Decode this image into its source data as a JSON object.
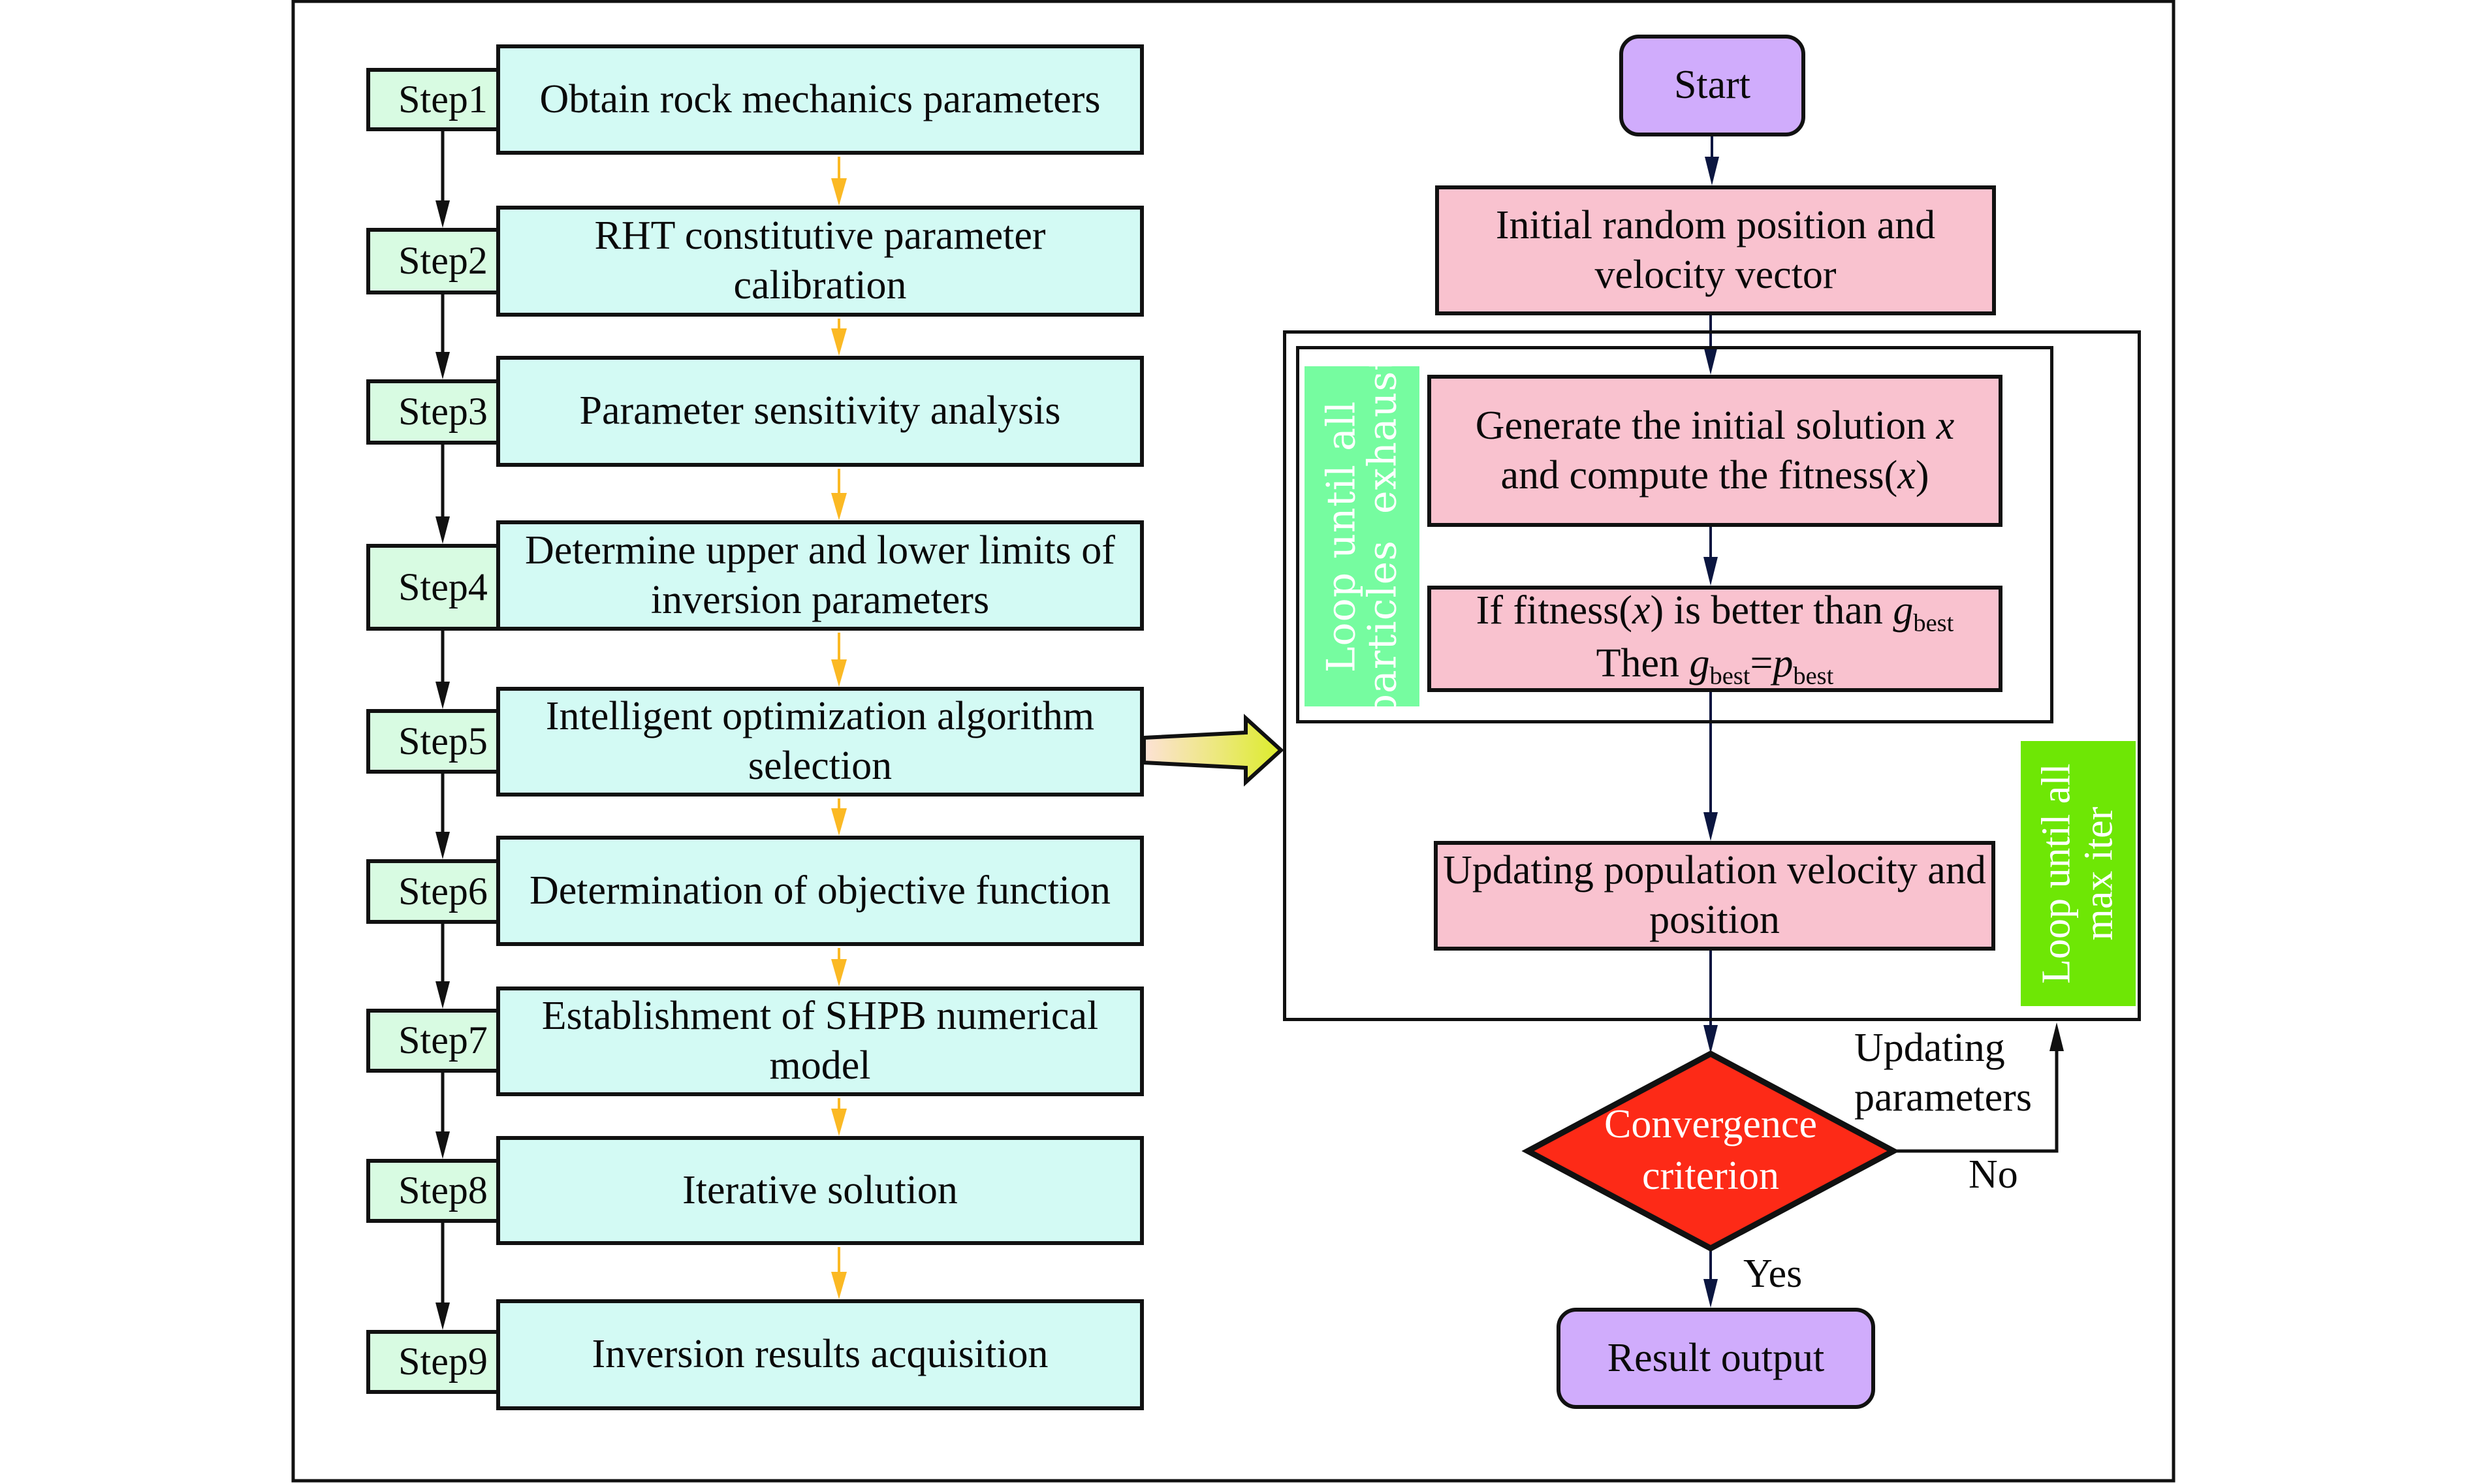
{
  "left_flow": {
    "steps": [
      {
        "label": "Step1",
        "text": "Obtain rock mechanics parameters"
      },
      {
        "label": "Step2",
        "text": "RHT constitutive parameter calibration"
      },
      {
        "label": "Step3",
        "text": "Parameter sensitivity analysis"
      },
      {
        "label": "Step4",
        "text": "Determine upper and lower limits of inversion parameters"
      },
      {
        "label": "Step5",
        "text": "Intelligent optimization algorithm selection"
      },
      {
        "label": "Step6",
        "text": "Determination of objective function"
      },
      {
        "label": "Step7",
        "text": "Establishment of SHPB numerical model"
      },
      {
        "label": "Step8",
        "text": "Iterative solution"
      },
      {
        "label": "Step9",
        "text": "Inversion results acquisition"
      }
    ]
  },
  "right_flow": {
    "start": "Start",
    "init": "Initial random position and velocity vector",
    "generate": {
      "line1_prefix": "Generate the initial solution ",
      "line1_var": "x",
      "line2_prefix": "and compute the fitness(",
      "line2_var": "x",
      "line2_suffix": ")"
    },
    "compare": {
      "line1_prefix": "If fitness(",
      "line1_var": "x",
      "line1_mid": ") is better than ",
      "g": "g",
      "best": "best",
      "line2_prefix": "Then ",
      "eq": "=",
      "p": "p"
    },
    "update": "Updating population velocity and position",
    "inner_loop_label": {
      "line1": "Loop until all",
      "line2": "particles  exhaust"
    },
    "outer_loop_label": {
      "line1": "Loop until all",
      "line2": "max iter"
    },
    "decision": {
      "line1": "Convergence",
      "line2": "criterion"
    },
    "no_branch_label": {
      "line1": "Updating",
      "line2": "parameters"
    },
    "no_label": "No",
    "yes_label": "Yes",
    "result": "Result output"
  },
  "colors": {
    "step_main_fill": "#d3faf4",
    "step_label_fill": "#d8fbe2",
    "pink_fill": "#f9c2cf",
    "terminal_fill": "#d0acfc",
    "decision_fill": "#fd2a17",
    "inner_loop_label_fill": "#76fca0",
    "outer_loop_label_fill": "#6ee705",
    "orange_arrow": "#fbb924",
    "navy_arrow": "#0b1640",
    "black_arrow": "#111111"
  }
}
